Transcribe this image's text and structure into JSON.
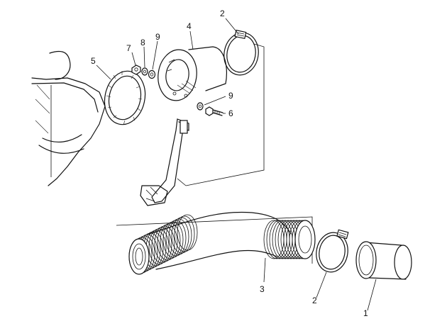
{
  "callouts": {
    "c1": "1",
    "c2a": "2",
    "c2b": "2",
    "c3": "3",
    "c4": "4",
    "c5": "5",
    "c6": "6",
    "c7": "7",
    "c8": "8",
    "c9a": "9",
    "c9b": "9"
  }
}
